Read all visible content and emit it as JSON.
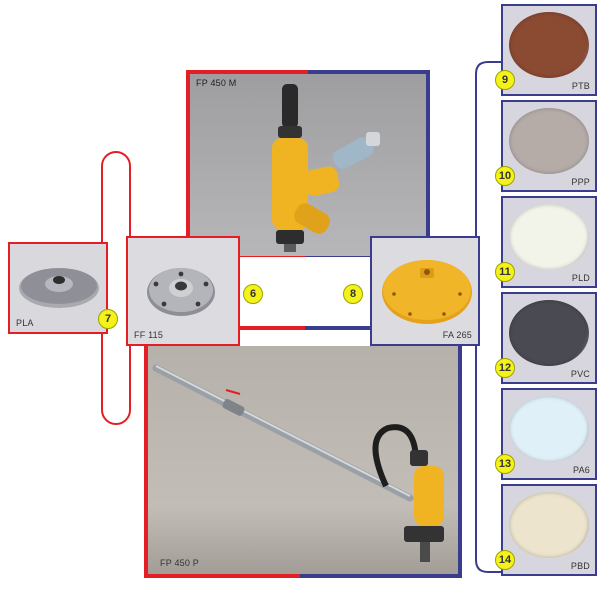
{
  "products": {
    "fp450m": {
      "label": "FP 450 M"
    },
    "fp450p": {
      "label": "FP 450 P"
    },
    "pla": {
      "label": "PLA",
      "number": "7"
    },
    "ff115": {
      "label": "FF 115",
      "number": "6"
    },
    "fa265": {
      "label": "FA 265",
      "number": "8"
    }
  },
  "discs": [
    {
      "label": "PTB",
      "number": "9",
      "color": "#8b4a32"
    },
    {
      "label": "PPP",
      "number": "10",
      "color": "#b5aca8"
    },
    {
      "label": "PLD",
      "number": "11",
      "color": "#f2f4ea"
    },
    {
      "label": "PVC",
      "number": "12",
      "color": "#4a4a52"
    },
    {
      "label": "PA6",
      "number": "13",
      "color": "#dff0f8"
    },
    {
      "label": "PBD",
      "number": "14",
      "color": "#ece4cc"
    }
  ],
  "colors": {
    "red": "#e31e24",
    "blue": "#3a3d8e",
    "badge": "#f4f21a",
    "tool_yellow": "#f0b422"
  }
}
